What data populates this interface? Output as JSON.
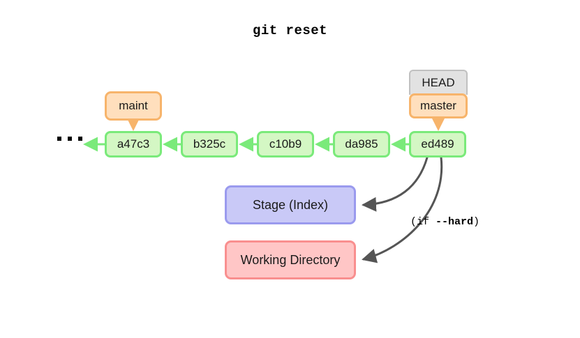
{
  "diagram": {
    "title": "git reset",
    "ellipsis": "...",
    "commits": [
      {
        "id": "a47c3"
      },
      {
        "id": "b325c"
      },
      {
        "id": "c10b9"
      },
      {
        "id": "da985"
      },
      {
        "id": "ed489"
      }
    ],
    "refs": {
      "head": "HEAD",
      "master": "master",
      "maint": "maint"
    },
    "areas": {
      "stage": "Stage (Index)",
      "working_directory": "Working Directory"
    },
    "annotations": {
      "hard_prefix": "(if ",
      "hard_flag": "--hard",
      "hard_suffix": ")"
    },
    "colors": {
      "commit_fill": "#d4f7c4",
      "commit_border": "#7aea7a",
      "branch_fill": "#ffdfbd",
      "branch_border": "#f7b46b",
      "head_fill": "#e2e2e2",
      "head_border": "#c0c0c0",
      "stage_fill": "#c9c9f7",
      "stage_border": "#9a9aee",
      "workdir_fill": "#ffc6c6",
      "workdir_border": "#f98f8f",
      "reset_arrow": "#555555",
      "background": "#ffffff"
    }
  }
}
